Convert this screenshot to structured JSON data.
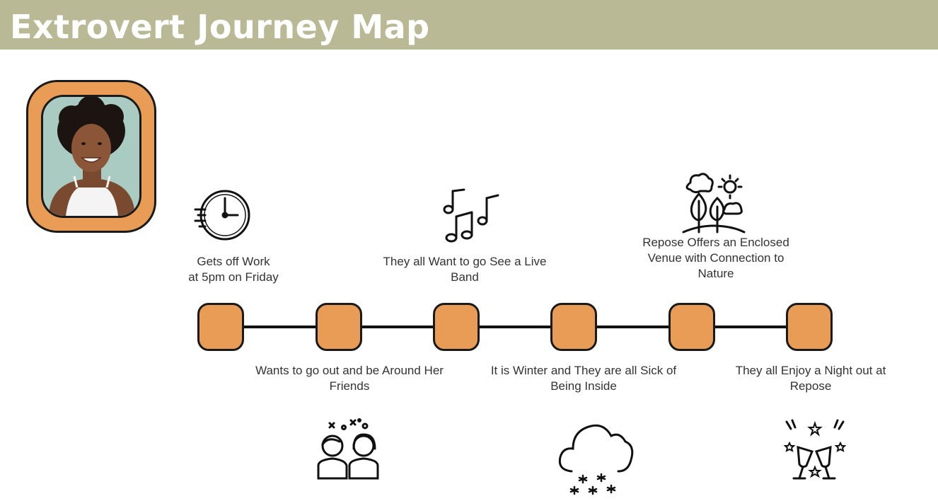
{
  "header": {
    "title": "Extrovert Journey Map",
    "background": "#b9b995"
  },
  "colors": {
    "node_fill": "#e89c55",
    "outline": "#1a1a1a",
    "text": "#333333"
  },
  "persona": {
    "icon": "person-photo"
  },
  "steps": [
    {
      "label": "Gets off Work\nat 5pm on Friday",
      "icon": "clock-icon",
      "position": "above"
    },
    {
      "label": "Wants to go out and be Around Her\nFriends",
      "icon": "friends-icon",
      "position": "below"
    },
    {
      "label": "They all Want to go See a Live\nBand",
      "icon": "music-notes-icon",
      "position": "above"
    },
    {
      "label": "It is Winter and They are all Sick of\nBeing Inside",
      "icon": "snow-cloud-icon",
      "position": "below"
    },
    {
      "label": "Repose Offers an Enclosed\nVenue with Connection to\nNature",
      "icon": "nature-trees-icon",
      "position": "above"
    },
    {
      "label": "They all  Enjoy a Night out at\nRepose",
      "icon": "champagne-toast-icon",
      "position": "below"
    }
  ]
}
